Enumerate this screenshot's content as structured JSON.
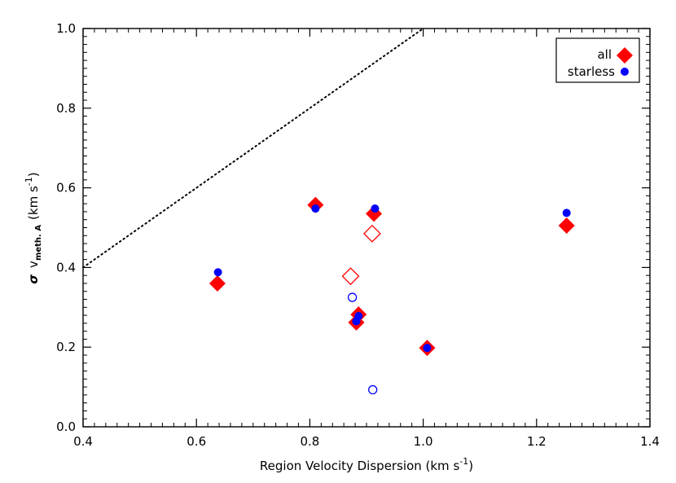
{
  "chart_data": {
    "type": "scatter",
    "title": "",
    "xlabel": "Region Velocity Dispersion (km s",
    "xlabel_sup": "-1",
    "xlabel_end": ")",
    "ylabel_sigma": "σ",
    "ylabel_v": "v",
    "ylabel_sub": "meth. A",
    "ylabel_unit": "(km s",
    "ylabel_sup": "-1",
    "ylabel_end": ")",
    "xlim": [
      0.4,
      1.4
    ],
    "ylim": [
      0.0,
      1.0
    ],
    "xticks": [
      "0.4",
      "0.6",
      "0.8",
      "1.0",
      "1.2",
      "1.4"
    ],
    "yticks": [
      "0.0",
      "0.2",
      "0.4",
      "0.6",
      "0.8",
      "1.0"
    ],
    "grid": false,
    "legend_position": "top-right",
    "reference_line": {
      "style": "dotted",
      "x": [
        0.4,
        1.0
      ],
      "y": [
        0.4,
        1.0
      ]
    },
    "series": [
      {
        "name": "all",
        "marker": "diamond",
        "color": "#ff0000",
        "filled": [
          {
            "x": 0.637,
            "y": 0.36
          },
          {
            "x": 0.81,
            "y": 0.557
          },
          {
            "x": 0.913,
            "y": 0.535
          },
          {
            "x": 0.886,
            "y": 0.282
          },
          {
            "x": 0.882,
            "y": 0.262
          },
          {
            "x": 1.007,
            "y": 0.198
          },
          {
            "x": 1.253,
            "y": 0.505
          }
        ],
        "open": [
          {
            "x": 0.91,
            "y": 0.485
          },
          {
            "x": 0.872,
            "y": 0.378
          }
        ]
      },
      {
        "name": "starless",
        "marker": "circle",
        "color": "#0000ff",
        "filled": [
          {
            "x": 0.638,
            "y": 0.388
          },
          {
            "x": 0.81,
            "y": 0.548
          },
          {
            "x": 0.915,
            "y": 0.548
          },
          {
            "x": 0.886,
            "y": 0.278
          },
          {
            "x": 0.882,
            "y": 0.265
          },
          {
            "x": 1.007,
            "y": 0.198
          },
          {
            "x": 1.253,
            "y": 0.537
          }
        ],
        "open": [
          {
            "x": 0.875,
            "y": 0.325
          },
          {
            "x": 0.911,
            "y": 0.093
          }
        ]
      }
    ]
  }
}
